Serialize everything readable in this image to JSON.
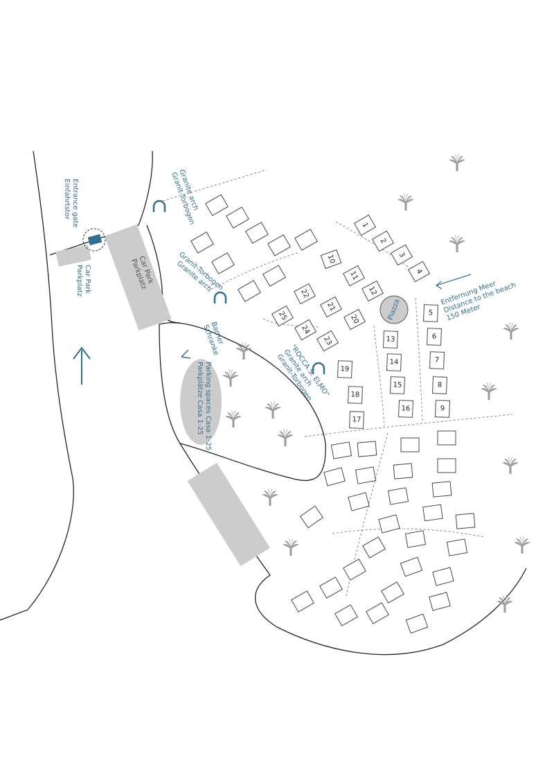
{
  "colors": {
    "road": "#222222",
    "parking_fill": "#cccccc",
    "label_blue": "#2f6f91",
    "gate_blue": "#2f6f91",
    "highlight": "#f0902a",
    "tree": "#9a9a9a"
  },
  "labels": {
    "entrance_gate": [
      "Einfahrtstor",
      "Entrance gate"
    ],
    "car_park_small": [
      "Parkplatz",
      "Car Park"
    ],
    "car_park_main": [
      "Parkplatz",
      "Car Park"
    ],
    "arch_north": [
      "Granit-Torbogen",
      "Granite arch"
    ],
    "arch_middle": [
      "Granit-Torbogen",
      "Granite arch"
    ],
    "barrier": [
      "Schranke",
      "Barrier"
    ],
    "parking_casa": [
      "Parkplätze Casa 1-25",
      "Parking spaces Casa 1-25"
    ],
    "arch_rocca": [
      "Granit-Torbogen",
      "Granite arch",
      "\"ROCCA S. ELMO\""
    ],
    "piazza": "Piazza",
    "beach_distance": [
      "Entfernung Meer",
      "Distance to the beach",
      "150 Meter"
    ]
  },
  "houses": [
    "1",
    "2",
    "3",
    "4",
    "5",
    "6",
    "7",
    "8",
    "9",
    "10",
    "11",
    "12",
    "13",
    "14",
    "15",
    "16",
    "17",
    "18",
    "19",
    "20",
    "21",
    "22",
    "23",
    "24",
    "25"
  ],
  "highlighted_house": "8",
  "icons": {
    "gate": "gate-icon",
    "arch": "arch-icon",
    "barrier": "barrier-icon",
    "tree": "palm-tree-icon",
    "direction": "arrow-up-icon"
  }
}
